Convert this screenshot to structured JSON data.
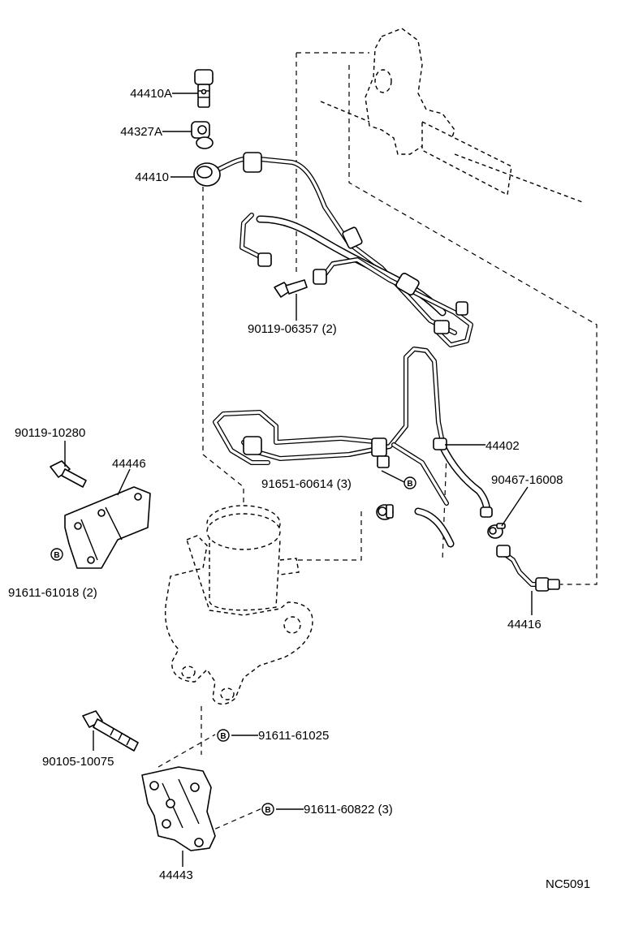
{
  "diagram_code": "NC5091",
  "labels": {
    "p44410A": "44410A",
    "p44327A": "44327A",
    "p44410": "44410",
    "p9011906357": "90119-06357 (2)",
    "p9011910280": "90119-10280",
    "p44446": "44446",
    "p9161161018": "91611-61018 (2)",
    "p44402": "44402",
    "p9046716008": "90467-16008",
    "p9165160614": "91651-60614 (3)",
    "p44416": "44416",
    "p9161161025": "91611-61025",
    "p9010510075": "90105-10075",
    "p9161160822": "91611-60822 (3)",
    "p44443": "44443"
  },
  "marker_letter": "B"
}
